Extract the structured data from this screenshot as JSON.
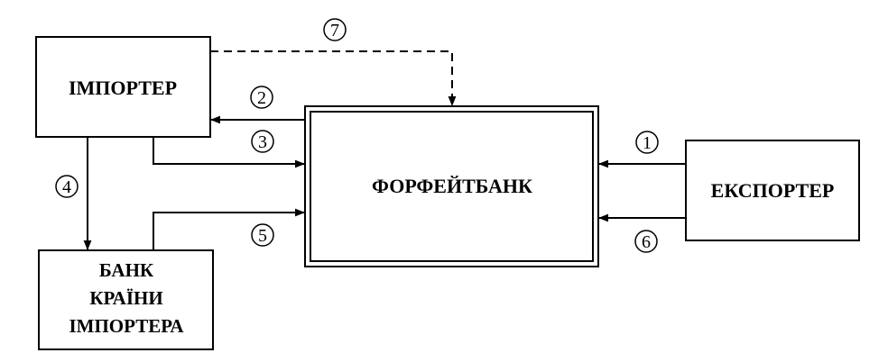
{
  "diagram": {
    "importer": {
      "label": "ІМПОРТЕР"
    },
    "forfaitbank": {
      "label": "ФОРФЕЙТБАНК"
    },
    "exporter": {
      "label": "ЕКСПОРТЕР"
    },
    "importer_bank": {
      "line1": "БАНК",
      "line2": "КРАЇНИ",
      "line3": "ІМПОРТЕРА"
    },
    "steps": [
      "1",
      "2",
      "3",
      "4",
      "5",
      "6",
      "7"
    ]
  }
}
